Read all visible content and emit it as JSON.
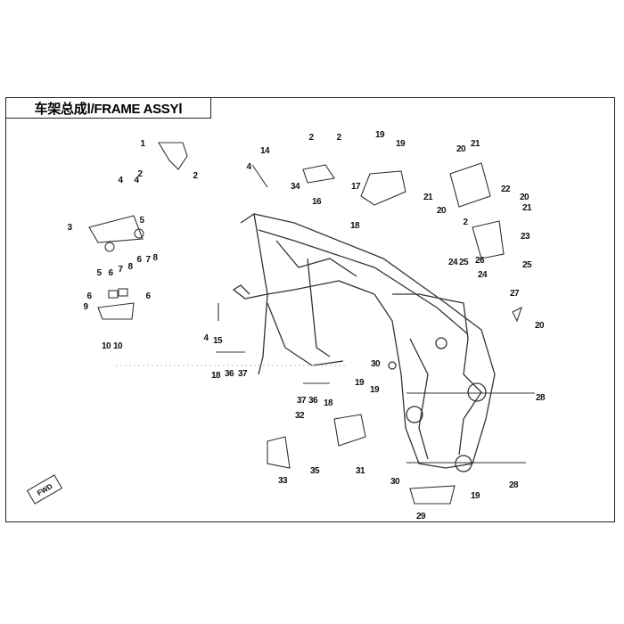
{
  "title": "车架总成Ⅰ/FRAME ASSYⅠ",
  "fwd_label": "FWD",
  "callouts": [
    "1",
    "2",
    "2",
    "4",
    "4",
    "3",
    "5",
    "5",
    "6",
    "7",
    "8",
    "6",
    "7",
    "8",
    "6",
    "6",
    "9",
    "10",
    "10",
    "14",
    "4",
    "34",
    "2",
    "2",
    "16",
    "19",
    "19",
    "17",
    "18",
    "20",
    "21",
    "22",
    "20",
    "21",
    "21",
    "20",
    "2",
    "23",
    "24",
    "25",
    "26",
    "25",
    "24",
    "27",
    "20",
    "4",
    "15",
    "30",
    "28",
    "18",
    "36",
    "37",
    "37",
    "36",
    "18",
    "19",
    "19",
    "32",
    "35",
    "31",
    "33",
    "30",
    "28",
    "19",
    "29"
  ]
}
